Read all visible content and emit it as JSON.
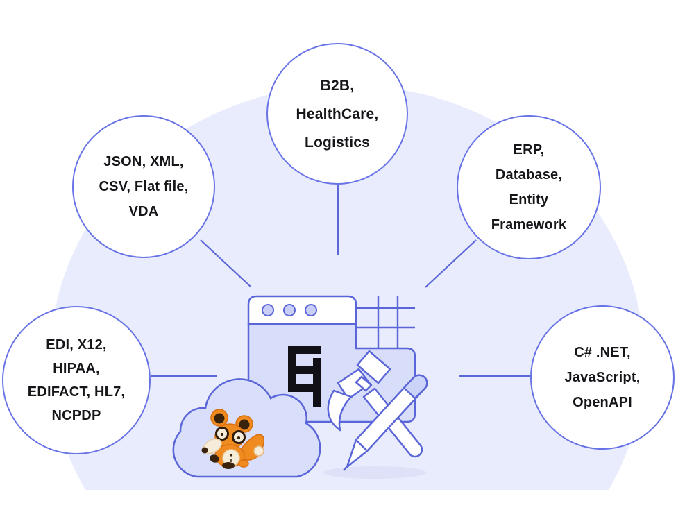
{
  "diagram": {
    "description": "EDI integration hub diagram with five capability bubbles around a central developer-tools illustration",
    "nodes": {
      "top": {
        "lines": [
          "B2B,",
          "HealthCare,",
          "Logistics"
        ]
      },
      "upper_left": {
        "lines": [
          "JSON, XML,",
          "CSV, Flat file,",
          "VDA"
        ]
      },
      "upper_right": {
        "lines": [
          "ERP,",
          "Database,",
          "Entity",
          "Framework"
        ]
      },
      "left": {
        "lines": [
          "EDI, X12,",
          "HIPAA,",
          "EDIFACT, HL7,",
          "NCPDP"
        ]
      },
      "right": {
        "lines": [
          "C# .NET,",
          "JavaScript,",
          "OpenAPI"
        ]
      }
    },
    "center_icons": [
      "browser-window-icon",
      "grid-icon",
      "edi-logo-icon",
      "hammer-icon",
      "pencil-icon",
      "cloud-icon",
      "fox-mascot-icon"
    ],
    "colors": {
      "dome": "#e9ecfc",
      "outline_blue": "#5a66d8",
      "circle_border": "#6873e6",
      "lavender_fill": "#d8ddfa",
      "dot_fill": "#c8cef6",
      "text": "#15151a",
      "logo_black": "#101016",
      "fox_orange": "#ef8b1f",
      "fox_dark": "#3a230d",
      "fox_cream": "#f5ecda",
      "shadow": "#dee1f7"
    }
  }
}
